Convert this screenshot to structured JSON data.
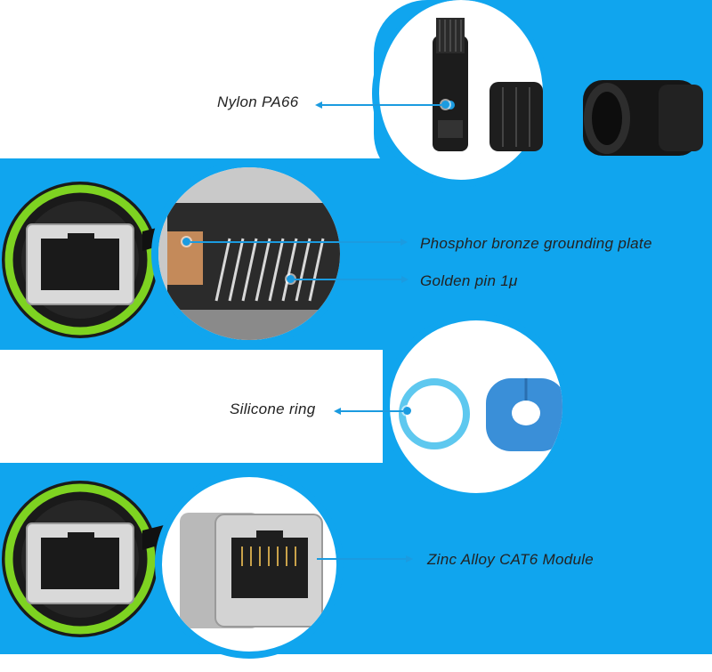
{
  "callouts": {
    "nylon": "Nylon PA66",
    "grounding": "Phosphor bronze grounding plate",
    "pin": "Golden pin 1μ",
    "silicone": "Silicone ring",
    "module": "Zinc Alloy CAT6 Module"
  },
  "colors": {
    "accent": "#10a5ee",
    "connector_green": "#7ed321",
    "silicone_blue": "#3a8fd8"
  }
}
